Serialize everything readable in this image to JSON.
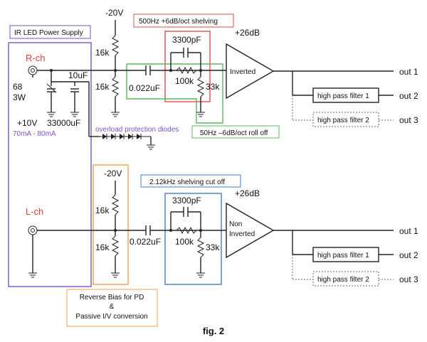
{
  "figure": {
    "caption": "fig. 2",
    "power_supply_label": "IR LED Power Supply",
    "upper": {
      "channel": "R-ch",
      "supply_voltage": "-20V",
      "bias_resistor_top": "16k",
      "bias_resistor_bottom": "16k",
      "shelving_label": "500Hz +6dB/oct shelving",
      "shelf_cap": "3300pF",
      "shelf_r1": "100k",
      "shelf_r2": "33k",
      "coupling_cap": "0.022uF",
      "gain": "+26dB",
      "amp_label": "Inverted",
      "rolloff_label": "50Hz –6dB/oct roll off",
      "led_r": "68",
      "led_r_power": "3W",
      "led_cap": "10uF",
      "supply_cap": "33000uF",
      "led_voltage": "+10V",
      "led_current": "70mA - 80mA",
      "protection_label": "overload protection diodes",
      "hpf1": "high pass filter 1",
      "hpf2": "high pass filter 2",
      "out1": "out 1",
      "out2": "out 2",
      "out3": "out 3"
    },
    "lower": {
      "channel": "L-ch",
      "supply_voltage": "-20V",
      "bias_resistor_top": "16k",
      "bias_resistor_bottom": "16k",
      "shelving_label": "2.12kHz shelving cut off",
      "shelf_cap": "3300pF",
      "shelf_r1": "100k",
      "shelf_r2": "33k",
      "coupling_cap": "0.022uF",
      "gain": "+26dB",
      "amp_label_1": "Non",
      "amp_label_2": "Inverted",
      "bias_note_1": "Reverse Bias for PD",
      "bias_note_2": "&",
      "bias_note_3": "Passive I/V conversion",
      "hpf1": "high pass filter 1",
      "hpf2": "high pass filter 2",
      "out1": "out 1",
      "out2": "out 2",
      "out3": "out 3"
    },
    "colors": {
      "purple": "#7b52c9",
      "red": "#e04b4b",
      "green": "#5cb85c",
      "orange": "#f0a050",
      "blue": "#3e7fc9",
      "channel_red": "#d9443a",
      "protection_text": "#7b52c9"
    }
  }
}
